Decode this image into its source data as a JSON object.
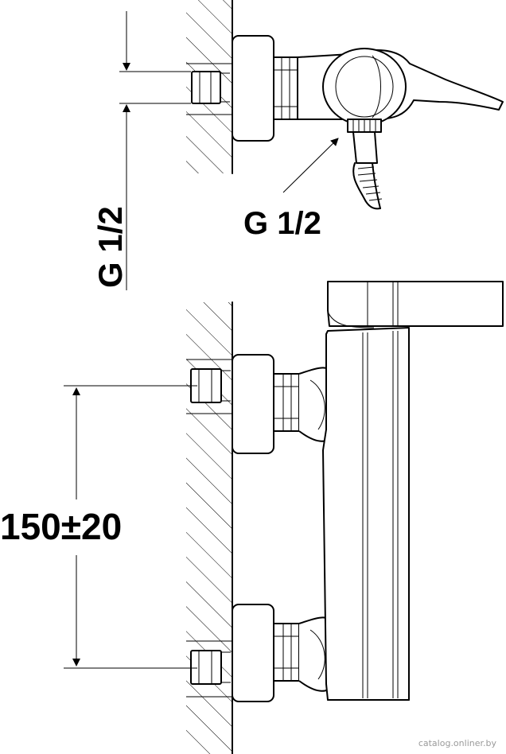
{
  "dimensions": {
    "left_thread": "G 1/2",
    "outlet_thread": "G 1/2",
    "spacing": "150±20"
  },
  "watermark": "catalog.onliner.by"
}
